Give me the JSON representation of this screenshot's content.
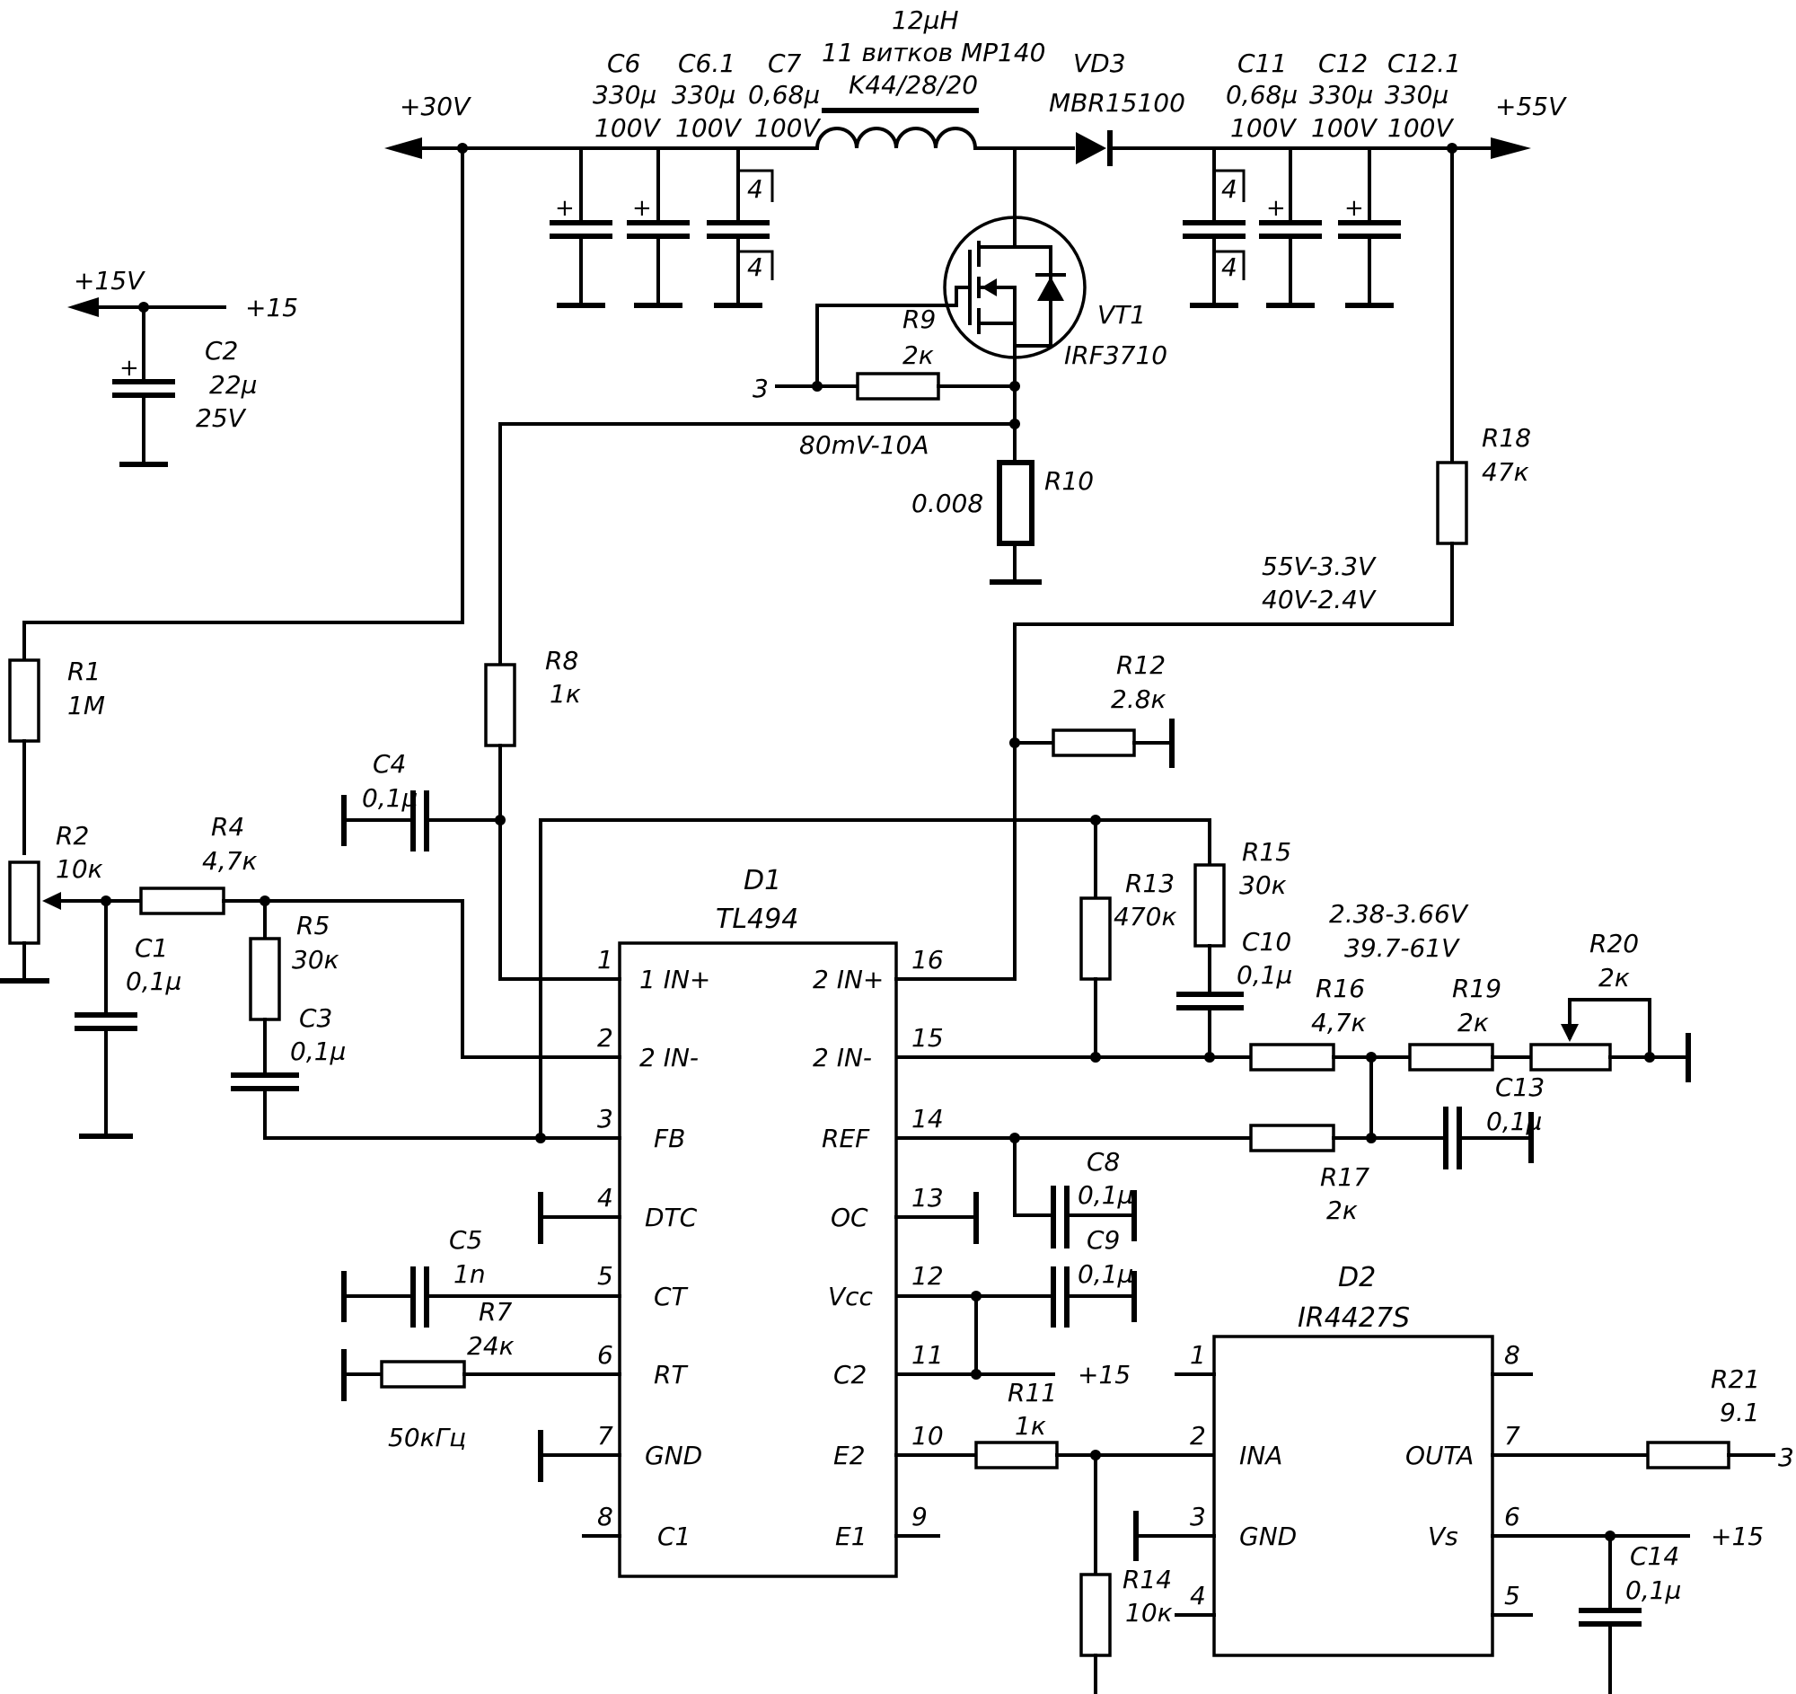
{
  "rails": {
    "v30": "+30V",
    "v55": "+55V",
    "v15": "+15V",
    "p15": "+15"
  },
  "inductor": {
    "value": "12µH",
    "turns": "11 витков MP140",
    "core": "K44/28/20"
  },
  "caps": {
    "C6": {
      "ref": "C6",
      "val": "330µ",
      "volt": "100V"
    },
    "C61": {
      "ref": "C6.1",
      "val": "330µ",
      "volt": "100V"
    },
    "C7": {
      "ref": "C7",
      "val": "0,68µ",
      "volt": "100V"
    },
    "C11": {
      "ref": "C11",
      "val": "0,68µ",
      "volt": "100V"
    },
    "C12": {
      "ref": "C12",
      "val": "330µ",
      "volt": "100V"
    },
    "C121": {
      "ref": "C12.1",
      "val": "330µ",
      "volt": "100V"
    },
    "C2": {
      "ref": "C2",
      "val": "22µ",
      "volt": "25V"
    },
    "C1": {
      "ref": "C1",
      "val": "0,1µ"
    },
    "C3": {
      "ref": "C3",
      "val": "0,1µ"
    },
    "C4": {
      "ref": "C4",
      "val": "0,1µ"
    },
    "C5": {
      "ref": "C5",
      "val": "1n"
    },
    "C8": {
      "ref": "C8",
      "val": "0,1µ"
    },
    "C9": {
      "ref": "C9",
      "val": "0,1µ"
    },
    "C10": {
      "ref": "C10",
      "val": "0,1µ"
    },
    "C13": {
      "ref": "C13",
      "val": "0,1µ"
    },
    "C14": {
      "ref": "C14",
      "val": "0,1µ"
    },
    "mult": "4"
  },
  "diode": {
    "ref": "VD3",
    "part": "MBR15100"
  },
  "mosfet": {
    "ref": "VT1",
    "part": "IRF3710"
  },
  "res": {
    "R1": {
      "ref": "R1",
      "val": "1M"
    },
    "R2": {
      "ref": "R2",
      "val": "10к"
    },
    "R4": {
      "ref": "R4",
      "val": "4,7к"
    },
    "R5": {
      "ref": "R5",
      "val": "30к"
    },
    "R7": {
      "ref": "R7",
      "val": "24к"
    },
    "R8": {
      "ref": "R8",
      "val": "1к"
    },
    "R9": {
      "ref": "R9",
      "val": "2к"
    },
    "R10": {
      "ref": "R10",
      "val": "0.008"
    },
    "R11": {
      "ref": "R11",
      "val": "1к"
    },
    "R12": {
      "ref": "R12",
      "val": "2.8к"
    },
    "R13": {
      "ref": "R13",
      "val": "470к"
    },
    "R14": {
      "ref": "R14",
      "val": "10к"
    },
    "R15": {
      "ref": "R15",
      "val": "30к"
    },
    "R16": {
      "ref": "R16",
      "val": "4,7к"
    },
    "R17": {
      "ref": "R17",
      "val": "2к"
    },
    "R18": {
      "ref": "R18",
      "val": "47к"
    },
    "R19": {
      "ref": "R19",
      "val": "2к"
    },
    "R20": {
      "ref": "R20",
      "val": "2к"
    },
    "R21": {
      "ref": "R21",
      "val": "9.1"
    }
  },
  "notes": {
    "sense": "80mV-10A",
    "div1": "55V-3.3V",
    "div2": "40V-2.4V",
    "adj1": "2.38-3.66V",
    "adj2": "39.7-61V",
    "freq": "50кГц",
    "gate_net": "3"
  },
  "D1": {
    "ref": "D1",
    "part": "TL494",
    "left_pins": [
      {
        "num": "1",
        "name": "1 IN+"
      },
      {
        "num": "2",
        "name": "2 IN-"
      },
      {
        "num": "3",
        "name": "FB"
      },
      {
        "num": "4",
        "name": "DTC"
      },
      {
        "num": "5",
        "name": "CT"
      },
      {
        "num": "6",
        "name": "RT"
      },
      {
        "num": "7",
        "name": "GND"
      },
      {
        "num": "8",
        "name": "C1"
      }
    ],
    "right_pins": [
      {
        "num": "16",
        "name": "2 IN+"
      },
      {
        "num": "15",
        "name": "2 IN-"
      },
      {
        "num": "14",
        "name": "REF"
      },
      {
        "num": "13",
        "name": "OC"
      },
      {
        "num": "12",
        "name": "Vcc"
      },
      {
        "num": "11",
        "name": "C2"
      },
      {
        "num": "10",
        "name": "E2"
      },
      {
        "num": "9",
        "name": "E1"
      }
    ]
  },
  "D2": {
    "ref": "D2",
    "part": "IR4427S",
    "left_pins": [
      {
        "num": "1",
        "name": ""
      },
      {
        "num": "2",
        "name": "INA"
      },
      {
        "num": "3",
        "name": "GND"
      },
      {
        "num": "4",
        "name": ""
      }
    ],
    "right_pins": [
      {
        "num": "8",
        "name": ""
      },
      {
        "num": "7",
        "name": "OUTA"
      },
      {
        "num": "6",
        "name": "Vs"
      },
      {
        "num": "5",
        "name": ""
      }
    ]
  }
}
